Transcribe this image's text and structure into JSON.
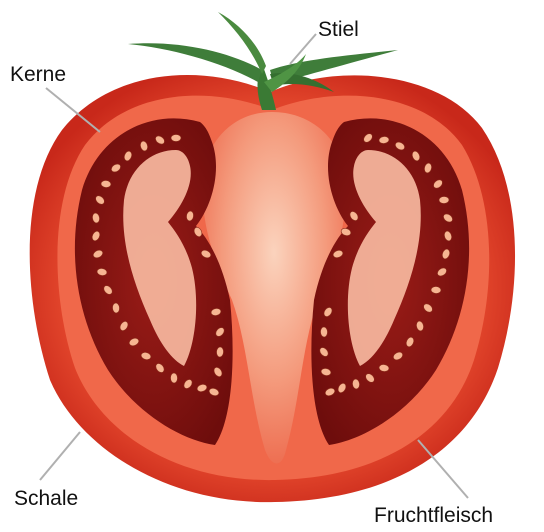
{
  "labels": {
    "stem": "Stiel",
    "seeds": "Kerne",
    "skin": "Schale",
    "flesh": "Fruchtfleisch"
  },
  "colors": {
    "background": "#ffffff",
    "skin": "#d8321c",
    "flesh": "#f26a4c",
    "core": "#f7bba2",
    "locule": "#7e1110",
    "seed": "#f6b592",
    "stem": "#3f7d3a",
    "leader_line": "#b0b0b0",
    "text": "#111111"
  }
}
